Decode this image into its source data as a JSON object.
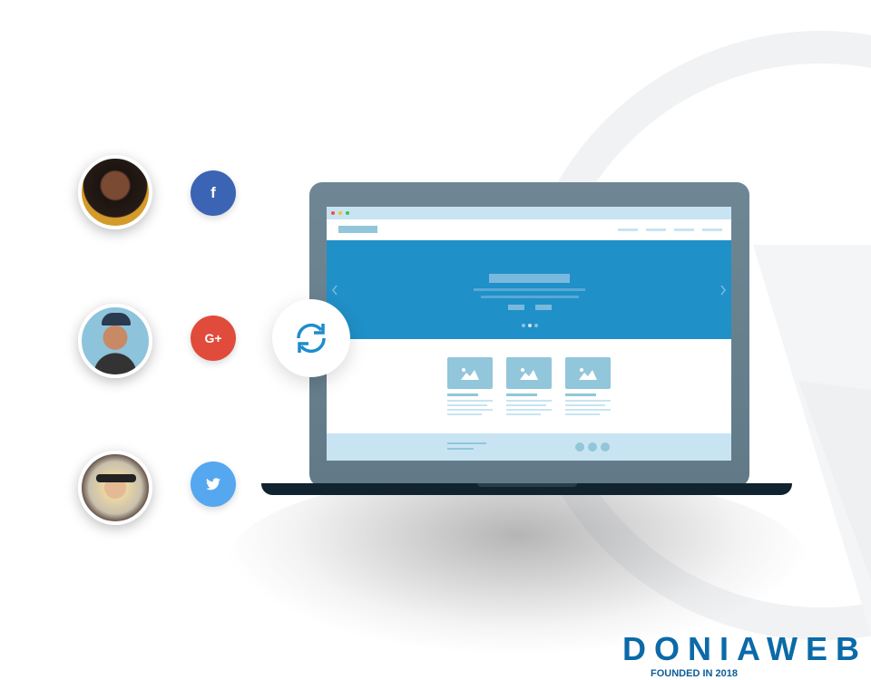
{
  "social": {
    "facebook": "f",
    "google_plus": "G+",
    "twitter": "twitter-bird"
  },
  "logo": {
    "name": "DONIAWEB",
    "tagline": "FOUNDED IN 2018"
  },
  "colors": {
    "facebook": "#3b64b4",
    "google": "#e04b3c",
    "twitter": "#55a7ef",
    "hero": "#2090c8",
    "accent": "#1f8ccc"
  },
  "icons": {
    "sync": "sync-icon",
    "watermark": "wordpress-logo"
  }
}
